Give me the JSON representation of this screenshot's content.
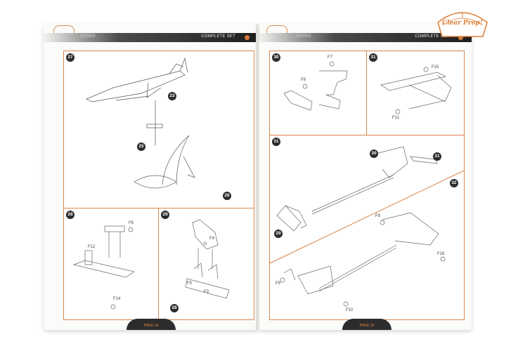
{
  "left_page": {
    "header": {
      "code": "CP5505",
      "set_label": "COMPLETE SET",
      "page_dot": "14"
    },
    "panels": [
      {
        "step": "27",
        "callouts": [
          "23",
          "25",
          "26"
        ]
      },
      {
        "step": "28",
        "parts": [
          "F6",
          "F12",
          "F14"
        ]
      },
      {
        "step": "29",
        "parts": [
          "F4",
          "F5",
          "F3"
        ],
        "callouts": [
          "28"
        ]
      }
    ],
    "footer": "PAGE 14"
  },
  "right_page": {
    "header": {
      "code": "CP5505",
      "set_label": "COMPLETE SET",
      "page_dot": "15"
    },
    "panels": [
      {
        "step": "30",
        "parts": [
          "F7",
          "F8"
        ]
      },
      {
        "step": "31",
        "parts": [
          "F15",
          "F11"
        ]
      },
      {
        "step": "31",
        "callouts": [
          "30",
          "31",
          "29"
        ]
      },
      {
        "step": "32",
        "parts": [
          "F8",
          "F16",
          "F9",
          "F10"
        ]
      }
    ],
    "footer": "PAGE 15"
  },
  "brand": {
    "logo_text": "Clear Prop!"
  },
  "colors": {
    "accent": "#d9864b",
    "header_dark": "#1e1e1e",
    "logo": "#e07d33"
  }
}
